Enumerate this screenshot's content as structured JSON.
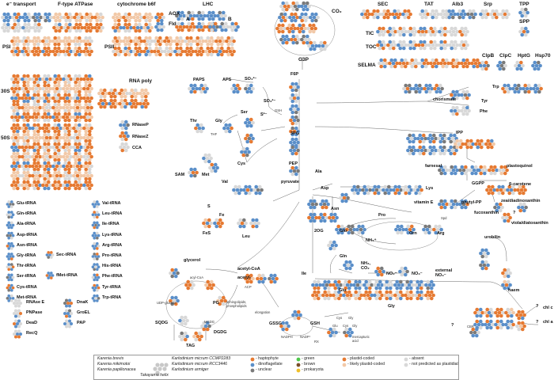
{
  "colors": {
    "haptophyte": "#e67a32",
    "dinoflagellate": "#5b8fc9",
    "unclear": "#7a7a7a",
    "green": "#4ec84a",
    "brown": "#7a4e2a",
    "prokaryota": "#f0c02a",
    "plastid_coded": "#e67a32",
    "likely_plastid_coded": "#f2c9a8",
    "absent": "#d8d8d8",
    "not_predicted": "#d8d8d8"
  },
  "labels": {
    "e_transport": "e⁻ transport",
    "f_atpase": "F-type ATPase",
    "cyt_b6f": "cytochrome b6f",
    "aox": "AOX",
    "fld": "Fld",
    "lhc": "LHC",
    "lhc_a": "A",
    "lhc_b": "B",
    "psi": "PSI",
    "psii": "PSII",
    "co2": "CO₂",
    "g3p": "G3P",
    "sec": "SEC",
    "tat": "TAT",
    "alb3": "Alb3",
    "srp": "Srp",
    "tpp": "TPP",
    "spp": "SPP",
    "tic": "TIC",
    "toc": "TOC",
    "selma": "SELMA",
    "clpb": "ClpB",
    "clpc": "ClpC",
    "hptg": "HptG",
    "hsp70": "Hsp70",
    "s30": "30S",
    "s50": "50S",
    "rnapoly": "RNA poly",
    "rnasep": "RNaseP",
    "rnasez": "RNaseZ",
    "cca": "CCA",
    "paps": "PAPS",
    "aps": "APS",
    "so4": "SO₄²⁻",
    "so3": "SO₃²⁻",
    "s2": "S²⁻",
    "gsh_small": "GSH",
    "f6p": "F6P",
    "trp": "Trp",
    "tyr": "Tyr",
    "phe": "Phe",
    "chorismate": "chorismate",
    "thr": "Thr",
    "gly": "Gly",
    "thf": "THF",
    "ser": "Ser",
    "cys": "Cys",
    "sam": "SAM",
    "met": "Met",
    "pg3": "3PG",
    "pep": "PEP",
    "ipp": "IPP",
    "farnesal": "farnesal",
    "plastoquinol": "plastoquinol",
    "ggpp": "GGPP",
    "betacarotene": "β-carotene",
    "zea": "zea/diadinoxanthin",
    "fuco": "fucoxanthin",
    "fucoq": "?",
    "viola": "viola/diatoxanthin",
    "phytylpp": "phytyl-PP",
    "vitamine": "vitamin E",
    "val": "Val",
    "s": "S",
    "fe": "Fe",
    "fes": "FeS",
    "leu": "Leu",
    "pyruvate": "pyruvate",
    "ala": "Ala",
    "asp": "Asp",
    "asn": "Asn",
    "lys": "Lys",
    "pro": "Pro",
    "og2": "2OG",
    "glu": "Glu",
    "nh4": "NH₄⁺",
    "gln": "Gln",
    "orn": "Orn",
    "arg": "Arg",
    "spd": "Spd",
    "nh3co2": "NH₃,\nCO₂",
    "no2": "NO₂⁻",
    "no3": "NO₃⁻",
    "external_no3": "external\nNO₃⁻",
    "ile": "Ile",
    "urobilin": "urobilin",
    "haem": "haem",
    "glu2": "Glu",
    "gly2": "Gly",
    "chlc": "chl c",
    "chla": "chl a",
    "chlq1": "?",
    "chlq2": "?",
    "cbr": "CBR",
    "cbrq": "?",
    "glycerol": "glycerol",
    "acetylcoa": "acetyl-CoA",
    "acetyl": "acetyl-",
    "acp": "ACP",
    "sphingo": "sphingolipids,\nphospholipids",
    "elongation": "elongation",
    "udpglucose": "UDP-glucose",
    "pg": "PG",
    "sqdg": "SQDG",
    "dgdg": "DGDG",
    "tag": "TAG",
    "acylcoa": "acyl-CoA",
    "mgdg": "MGDG",
    "gssg": "GSSG",
    "gsh": "GSH",
    "nadph": "NADPH",
    "nadp": "NADP⁺",
    "rx": "RX",
    "mercapturic": "mercapturic\nacid",
    "cys_gly": "Cys",
    "gly_s": "Gly",
    "glu_s": "Glu",
    "cys_s": "Cys",
    "gly_s2": "Gly"
  },
  "trna": {
    "left": [
      "Glu-tRNA",
      "Gln-tRNA",
      "Ala-tRNA",
      "Asp-tRNA",
      "Asn-tRNA",
      "Gly-tRNA",
      "Thr-tRNA",
      "Ser-tRNA",
      "Cys-tRNA",
      "Met-tRNA"
    ],
    "right": [
      "Val-tRNA",
      "Leu-tRNA",
      "Ile-tRNA",
      "Lys-tRNA",
      "Arg-tRNA",
      "Pro-tRNA",
      "His-tRNA",
      "Phe-tRNA",
      "Tyr-tRNA",
      "Trp-tRNA"
    ],
    "sec": "Sec-tRNA",
    "fmet": "fMet-tRNA"
  },
  "chaperones": {
    "left": [
      "RNAse E",
      "PNPase",
      "DeaD",
      "RecQ"
    ],
    "right": [
      "DnaK",
      "GroEL",
      "PAP"
    ]
  },
  "legend": {
    "species": [
      {
        "left": "Karenia brevis",
        "right": "Karlodinium micrum CCMP2283"
      },
      {
        "left": "Karenia mikimotoi",
        "right": "Karlodinium micrum RCC3446"
      },
      {
        "left": "Karenia papilionacea",
        "right": "Karlodinium armiger"
      }
    ],
    "center": "Takayama helix",
    "origin": [
      {
        "key": "haptophyte",
        "label": "- haptophyte"
      },
      {
        "key": "dinoflagellate",
        "label": "- dinoflagellate"
      },
      {
        "key": "unclear",
        "label": "- unclear"
      }
    ],
    "origin2": [
      {
        "key": "green",
        "label": "- green"
      },
      {
        "key": "brown",
        "label": "- brown"
      },
      {
        "key": "prokaryota",
        "label": "- prokaryota"
      }
    ],
    "coding": [
      {
        "key": "plastid_coded",
        "label": "- plastid-coded"
      },
      {
        "key": "likely_plastid_coded",
        "label": "- likely plastid-coded"
      }
    ],
    "status": [
      {
        "key": "absent",
        "label": "- absent"
      },
      {
        "key": "not_predicted",
        "label": "- not predicted as plastidial"
      }
    ]
  }
}
